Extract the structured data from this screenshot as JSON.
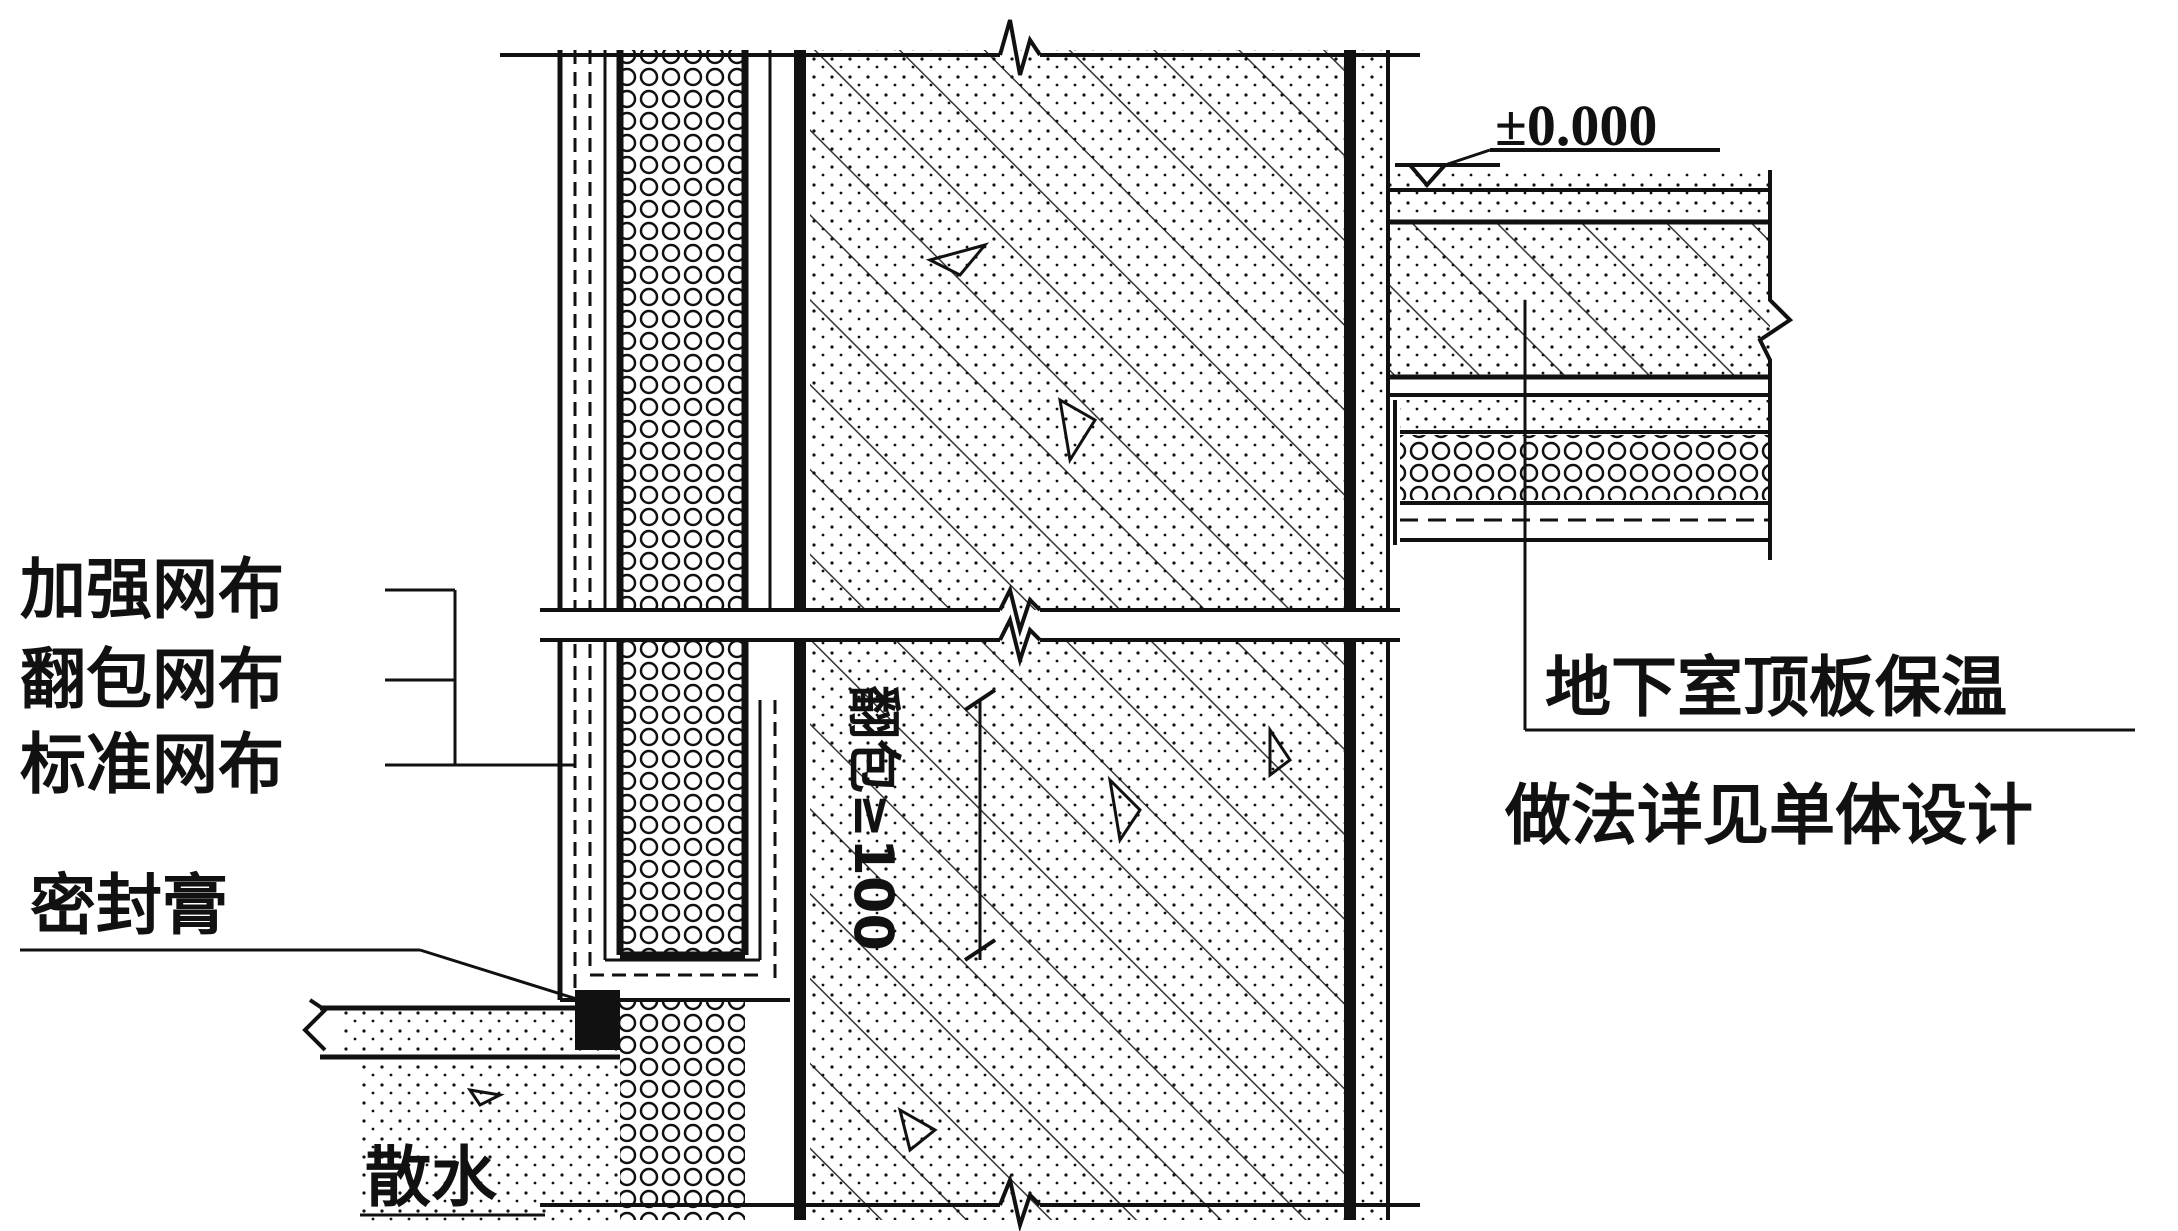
{
  "labels": {
    "reinforcing_mesh": "加强网布",
    "wrap_mesh": "翻包网布",
    "standard_mesh": "标准网布",
    "sealant": "密封膏",
    "apron": "散水",
    "elevation": "±0.000",
    "basement_roof_insulation_1": "地下室顶板保温",
    "basement_roof_insulation_2": "做法详见单体设计",
    "wrap_length": "翻包≥100"
  },
  "colors": {
    "ink": "#111111",
    "paper": "#ffffff"
  }
}
